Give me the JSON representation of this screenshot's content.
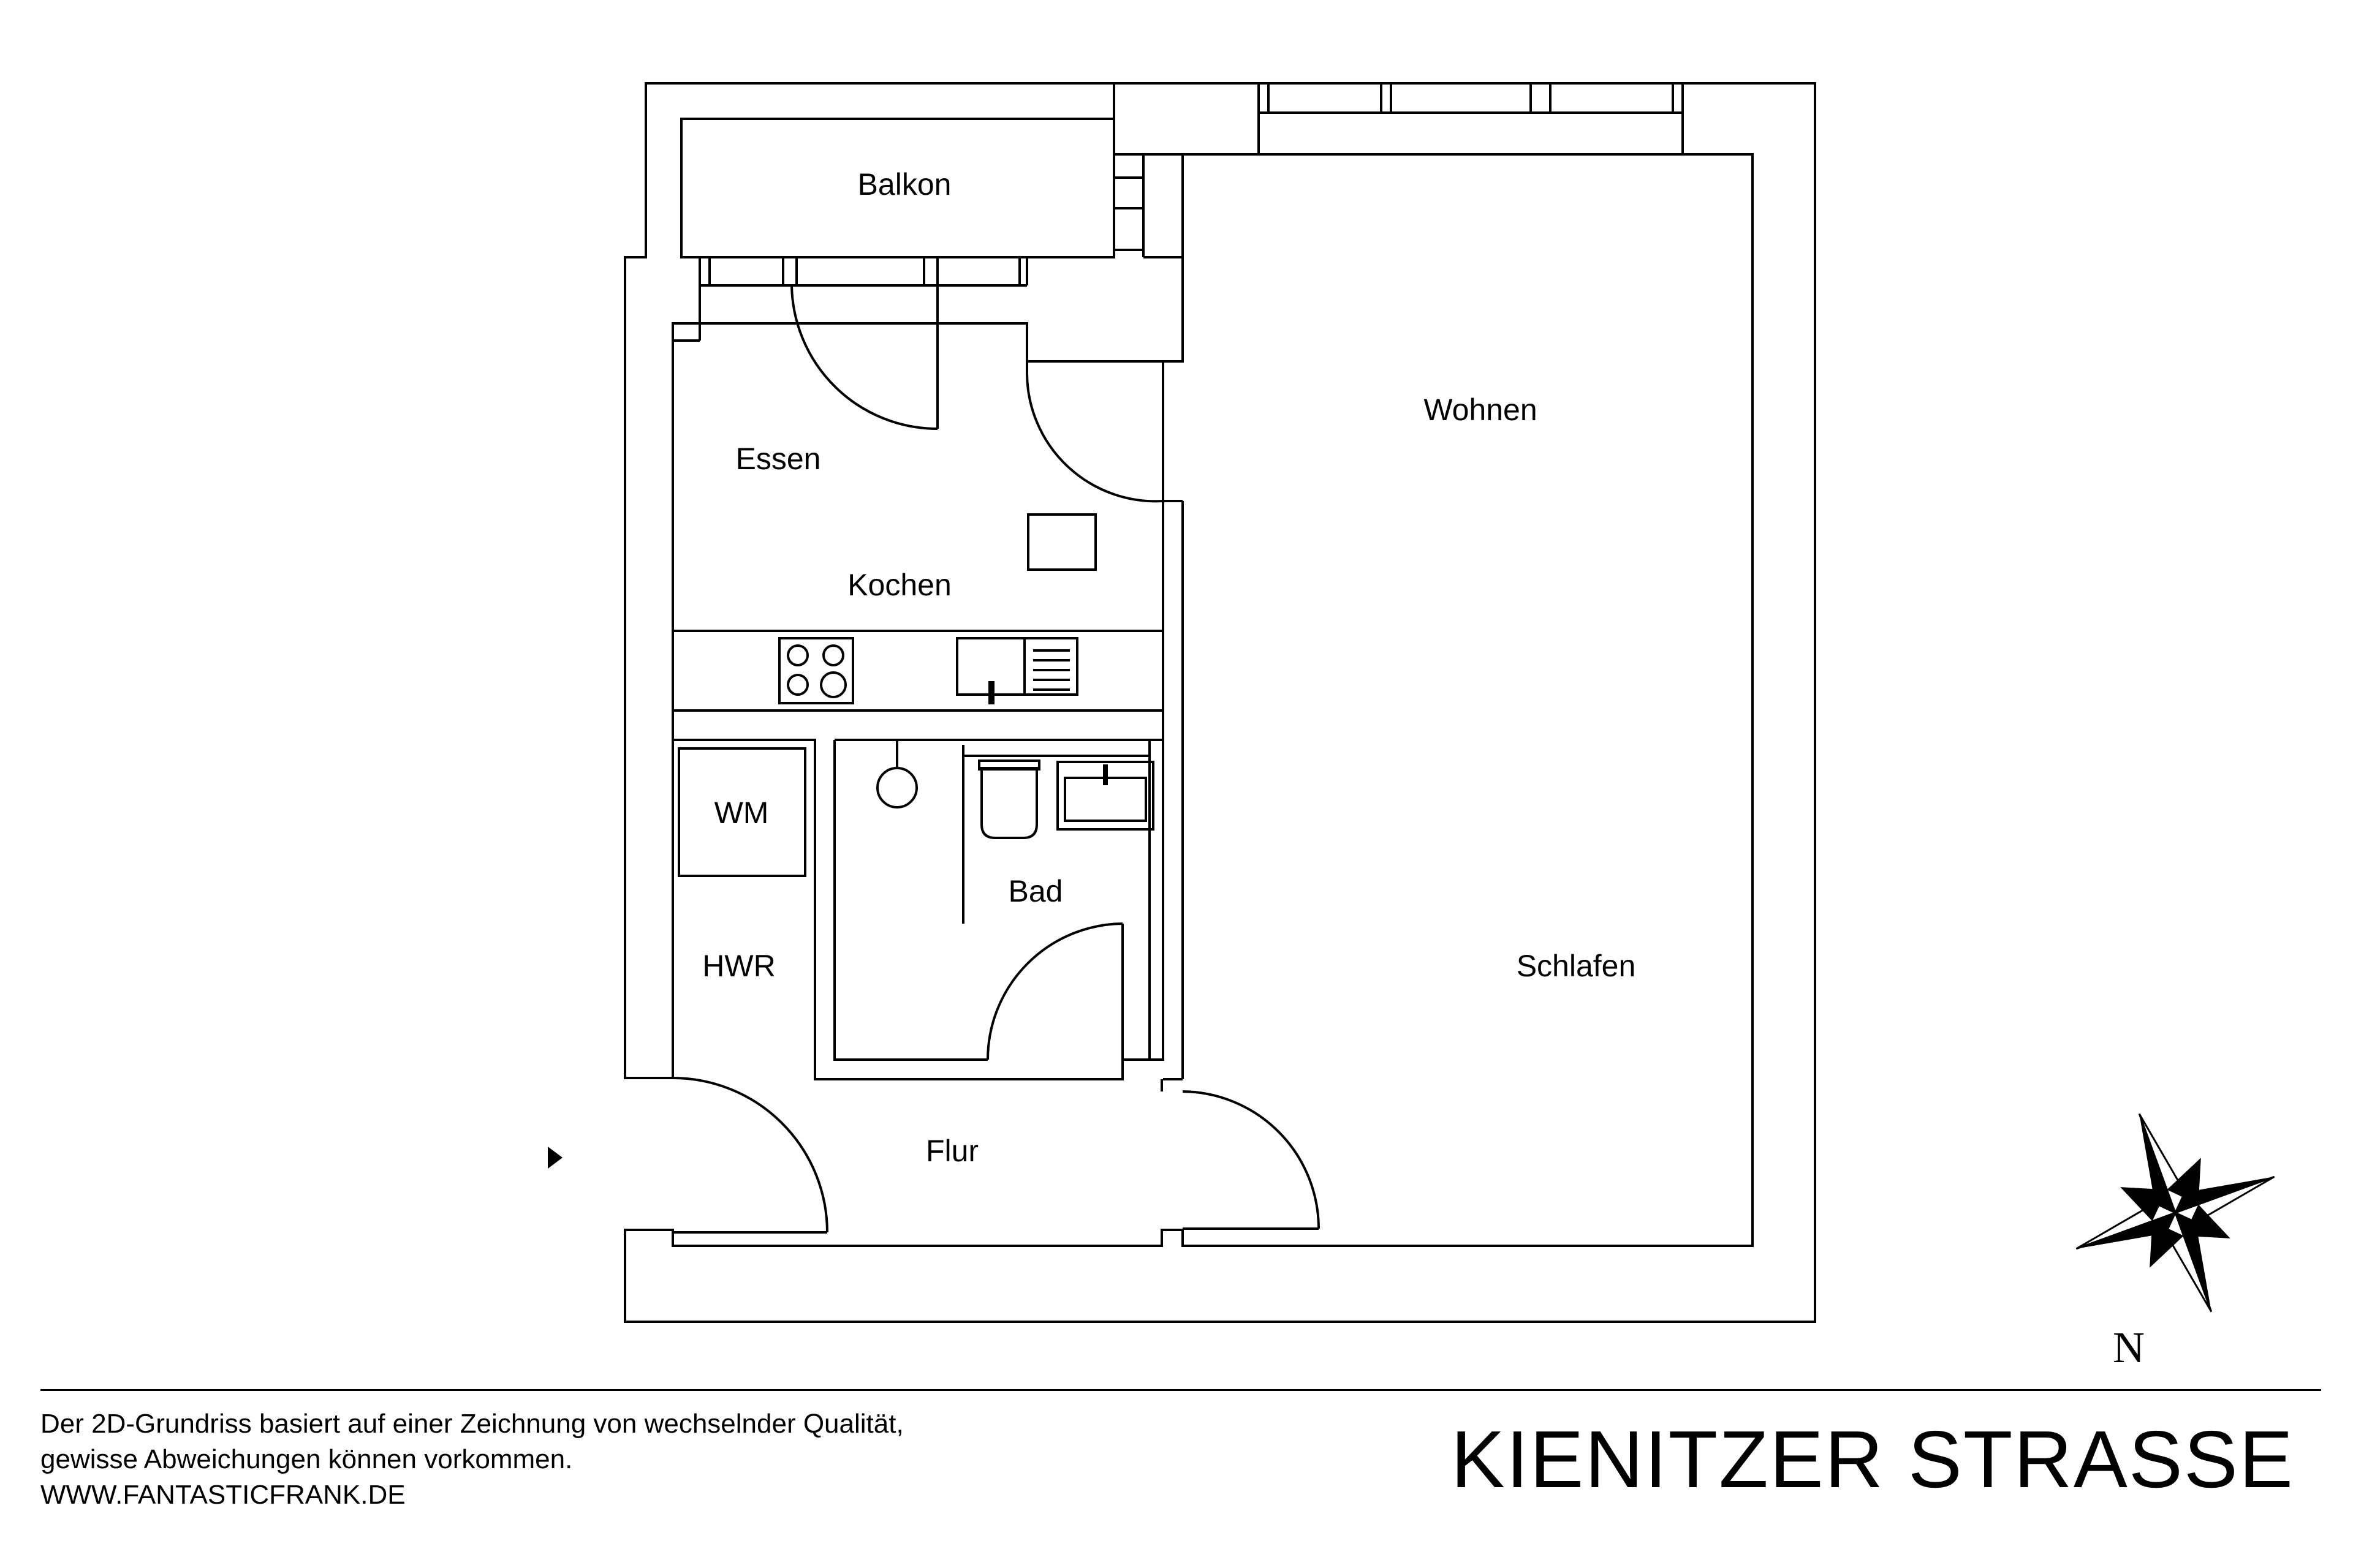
{
  "rooms": {
    "balkon": "Balkon",
    "wohnen": "Wohnen",
    "essen": "Essen",
    "kochen": "Kochen",
    "wm": "WM",
    "hwr": "HWR",
    "bad": "Bad",
    "schlafen": "Schlafen",
    "flur": "Flur"
  },
  "compass": {
    "north_label": "N"
  },
  "footer": {
    "disclaimer_line1": "Der 2D-Grundriss basiert auf einer Zeichnung von wechselnder Qualität,",
    "disclaimer_line2": "gewisse Abweichungen können vorkommen.",
    "website": "WWW.FANTASTICFRANK.DE",
    "street_name": "KIENITZER STRASSE"
  },
  "colors": {
    "line": "#000000",
    "background": "#ffffff",
    "compass_light": "#ffffff"
  },
  "icons": [
    "entrance-arrow-icon",
    "compass-rose-icon",
    "cooktop-icon",
    "sink-icon",
    "toilet-icon",
    "washbasin-icon",
    "shower-icon"
  ]
}
